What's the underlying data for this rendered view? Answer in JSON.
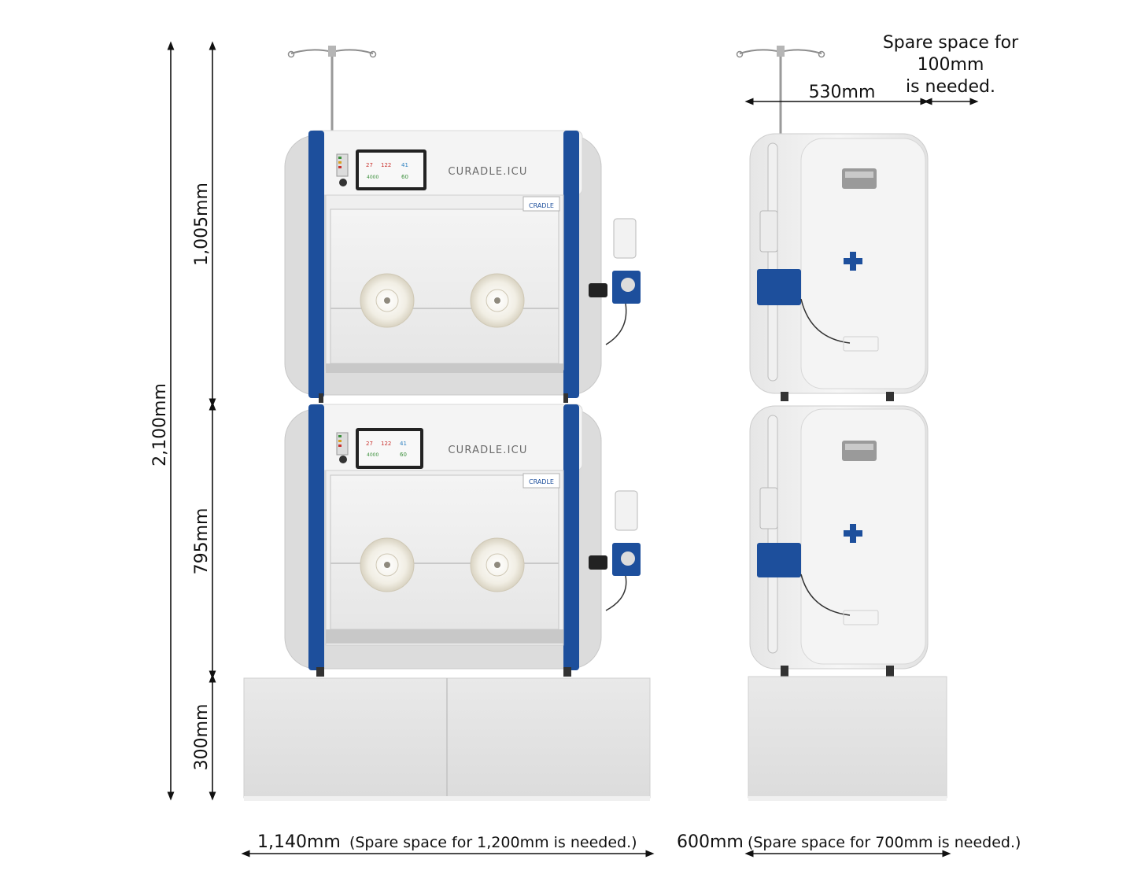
{
  "dimensions": {
    "total_height": "2,100mm",
    "upper_unit_height": "1,005mm",
    "lower_unit_height": "795mm",
    "stand_height": "300mm",
    "front_width": "1,140mm",
    "front_width_note": "(Spare space for 1,200mm is needed.)",
    "side_depth": "600mm",
    "side_depth_note": "(Spare space for 700mm is needed.)",
    "rear_offset": "530mm",
    "rear_spare_line1": "Spare space for",
    "rear_spare_line2": "100mm",
    "rear_spare_line3": "is needed."
  },
  "product": {
    "brand_upper": "CURADLE.ICU",
    "brand_lower": "CURADLE.ICU",
    "badge_text": "CRADLE"
  },
  "colors": {
    "frame_blue": "#1d4f9c",
    "body_white": "#f2f2f2",
    "shell_grey": "#d9dadb",
    "stand_grey": "#e3e3e3"
  }
}
